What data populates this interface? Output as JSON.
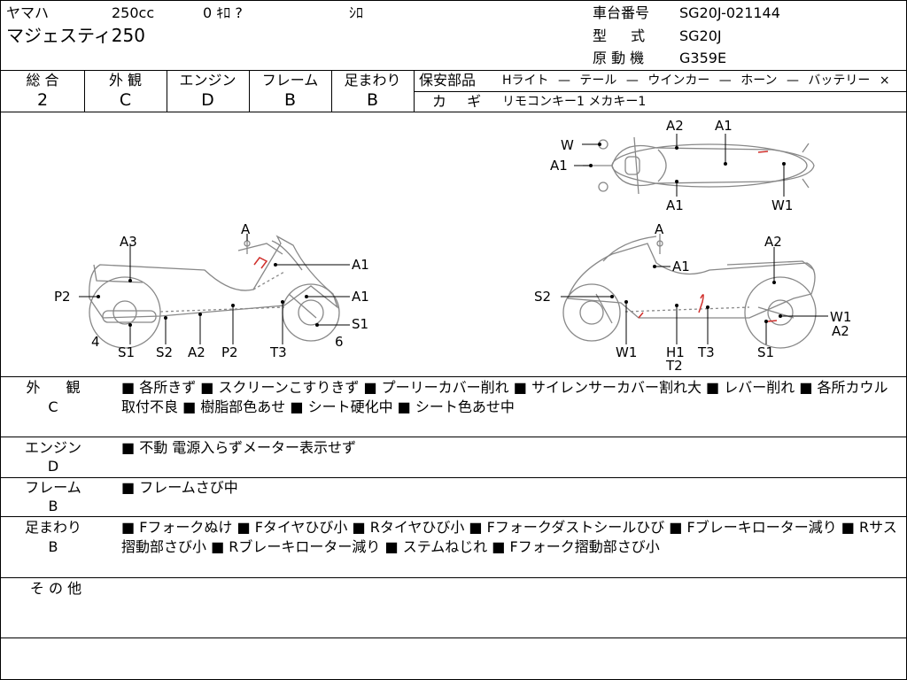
{
  "header": {
    "maker": "ヤマハ",
    "displacement": "250cc",
    "mileage": "0 ｷﾛ ?",
    "color": "ｼﾛ",
    "model_name": "マジェスティ250",
    "frame_no_label": "車台番号",
    "frame_no": "SG20J-021144",
    "type_label": "型 式",
    "type_value": "SG20J",
    "engine_label": "原 動 機",
    "engine_value": "G359E"
  },
  "grades": {
    "headers": [
      "総 合",
      "外 観",
      "エンジン",
      "フレーム",
      "足まわり"
    ],
    "values": [
      "2",
      "C",
      "D",
      "B",
      "B"
    ]
  },
  "parts": {
    "label": "保安部品",
    "items": "Hライト — テール — ウインカー — ホーン — バッテリー ×",
    "keys_label": "カ ギ",
    "keys_value": "リモコンキー1 メカキー1"
  },
  "diagram": {
    "left_labels": [
      "A",
      "A3",
      "A1",
      "P2",
      "A1",
      "S1",
      "4",
      "S1",
      "S2",
      "A2",
      "P2",
      "T3",
      "6"
    ],
    "right_labels": [
      "A",
      "A2",
      "A1",
      "S2",
      "W1",
      "A2",
      "W1",
      "H1",
      "T2",
      "T3",
      "S1"
    ],
    "top_labels": [
      "W",
      "A1",
      "A2",
      "A1",
      "A1",
      "W1"
    ]
  },
  "sections": {
    "exterior_label": "外 観",
    "exterior_grade": "C",
    "exterior_text": "■ 各所きず ■ スクリーンこすりきず ■ プーリーカバー削れ ■ サイレンサーカバー割れ大 ■ レバー削れ ■ 各所カウル取付不良 ■ 樹脂部色あせ ■ シート硬化中 ■ シート色あせ中",
    "engine_label": "エンジン",
    "engine_grade": "D",
    "engine_text": "■ 不動 電源入らずメーター表示せず",
    "frame_label": "フレーム",
    "frame_grade": "B",
    "frame_text": "■ フレームさび中",
    "suspension_label": "足まわり",
    "suspension_grade": "B",
    "suspension_text": "■ Fフォークぬけ ■ Fタイヤひび小 ■ Rタイヤひび小 ■ Fフォークダストシールひび ■ Fブレーキローター減り ■ Rサス摺動部さび小 ■ Rブレーキローター減り ■ ステムねじれ ■ Fフォーク摺動部さび小",
    "other_label": "そ の 他"
  }
}
